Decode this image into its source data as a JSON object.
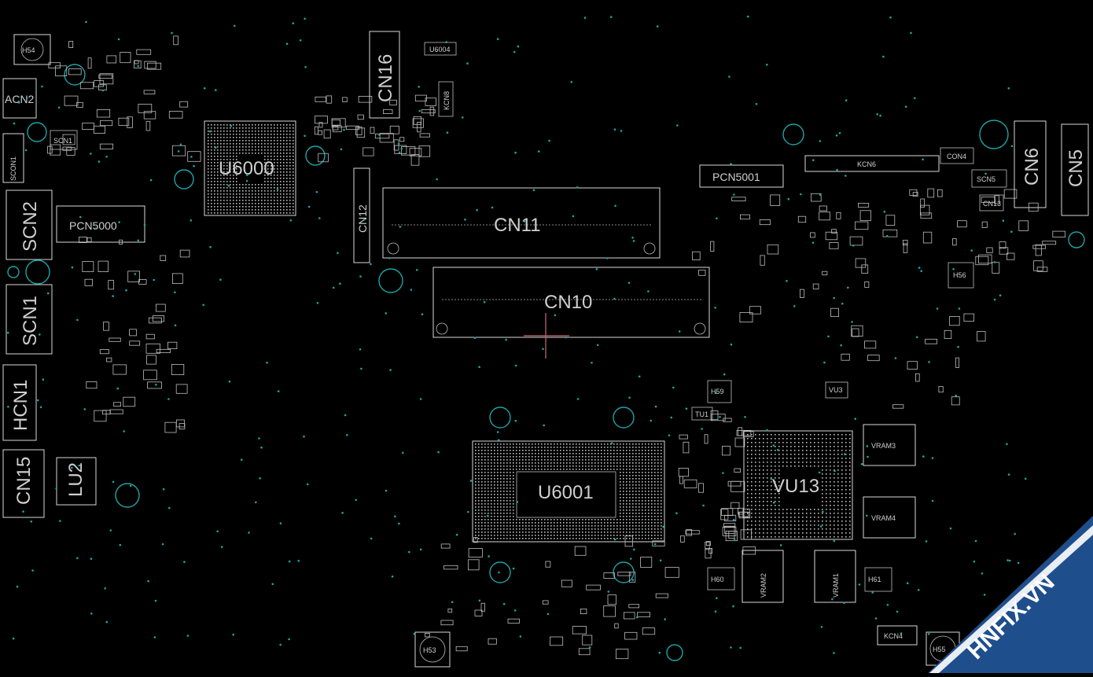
{
  "labels": {
    "u6000": "U6000",
    "u6001": "U6001",
    "vu13": "VU13",
    "cn10": "CN10",
    "cn11": "CN11",
    "cn12": "CN12",
    "cn15": "CN15",
    "cn16": "CN16",
    "cn6": "CN6",
    "cn5": "CN5",
    "kcn6": "KCN6",
    "kcn4": "KCN4",
    "pcn5001": "PCN5001",
    "pcn5000": "PCN5000",
    "acn2": "ACN2",
    "scn1": "SCN1",
    "scn2": "SCN2",
    "scon1": "SCON1",
    "hcn1": "HCN1",
    "lu2": "LU2",
    "vram1": "VRAM1",
    "vram2": "VRAM2",
    "vram3": "VRAM3",
    "vram4": "VRAM4",
    "h54": "H54",
    "h53": "H53",
    "h55": "H55",
    "h56": "H56",
    "h59": "H59",
    "h60": "H60",
    "h61": "H61",
    "scn5": "SCN5",
    "con4": "CON4",
    "u6004": "U6004",
    "tu1": "TU1",
    "vu3": "VU3",
    "kcn8": "KCN8",
    "cn13": "CN13",
    "scn1_small": "SCN1"
  },
  "watermark": {
    "text": "HNFIX.VN",
    "accent": "#e53935",
    "band_color": "#1f4e8c"
  },
  "colors": {
    "background": "#000000",
    "outline": "#d8d8d8",
    "via": "#1fa3a8",
    "crosshair": "#c96a7a"
  }
}
